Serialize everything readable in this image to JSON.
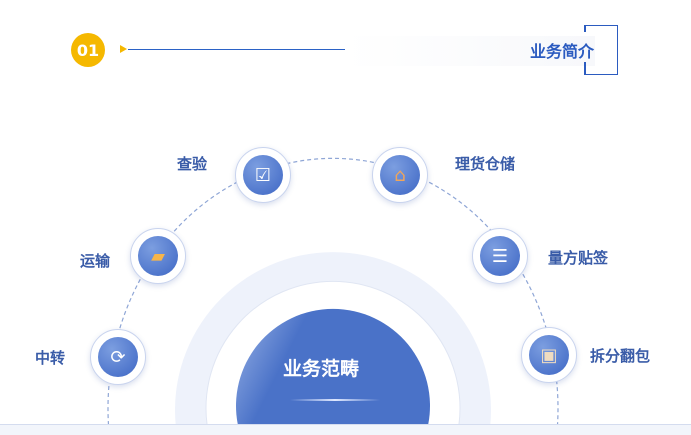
{
  "header": {
    "number": "01",
    "title": "业务简介"
  },
  "center": {
    "title": "业务范畴"
  },
  "services": [
    {
      "label": "中转",
      "icon": "recycle-arrows-icon"
    },
    {
      "label": "运输",
      "icon": "truck-icon"
    },
    {
      "label": "查验",
      "icon": "inspection-icon"
    },
    {
      "label": "理货仓储",
      "icon": "warehouse-icon"
    },
    {
      "label": "量方贴签",
      "icon": "label-icon"
    },
    {
      "label": "拆分翻包",
      "icon": "box-icon"
    }
  ],
  "colors": {
    "accent": "#f5b800",
    "brand": "#2b5bc0",
    "circle": "#4a72c8"
  }
}
